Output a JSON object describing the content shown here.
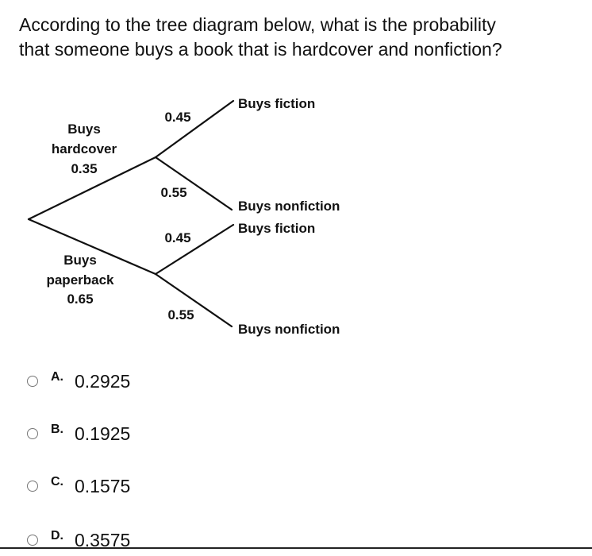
{
  "question": {
    "line1": "According to the tree diagram below, what is the probability",
    "line2": "that someone buys a book that is hardcover and nonfiction?"
  },
  "tree": {
    "hardcover": {
      "label_line1": "Buys",
      "label_line2": "hardcover",
      "probability": "0.35",
      "branches": [
        {
          "probability": "0.45",
          "outcome": "Buys fiction"
        },
        {
          "probability": "0.55",
          "outcome": "Buys nonfiction"
        }
      ]
    },
    "paperback": {
      "label_line1": "Buys",
      "label_line2": "paperback",
      "probability": "0.65",
      "branches": [
        {
          "probability": "0.45",
          "outcome": "Buys fiction"
        },
        {
          "probability": "0.55",
          "outcome": "Buys nonfiction"
        }
      ]
    }
  },
  "options": [
    {
      "letter": "A.",
      "value": "0.2925"
    },
    {
      "letter": "B.",
      "value": "0.1925"
    },
    {
      "letter": "C.",
      "value": "0.1575"
    },
    {
      "letter": "D.",
      "value": "0.3575"
    }
  ]
}
